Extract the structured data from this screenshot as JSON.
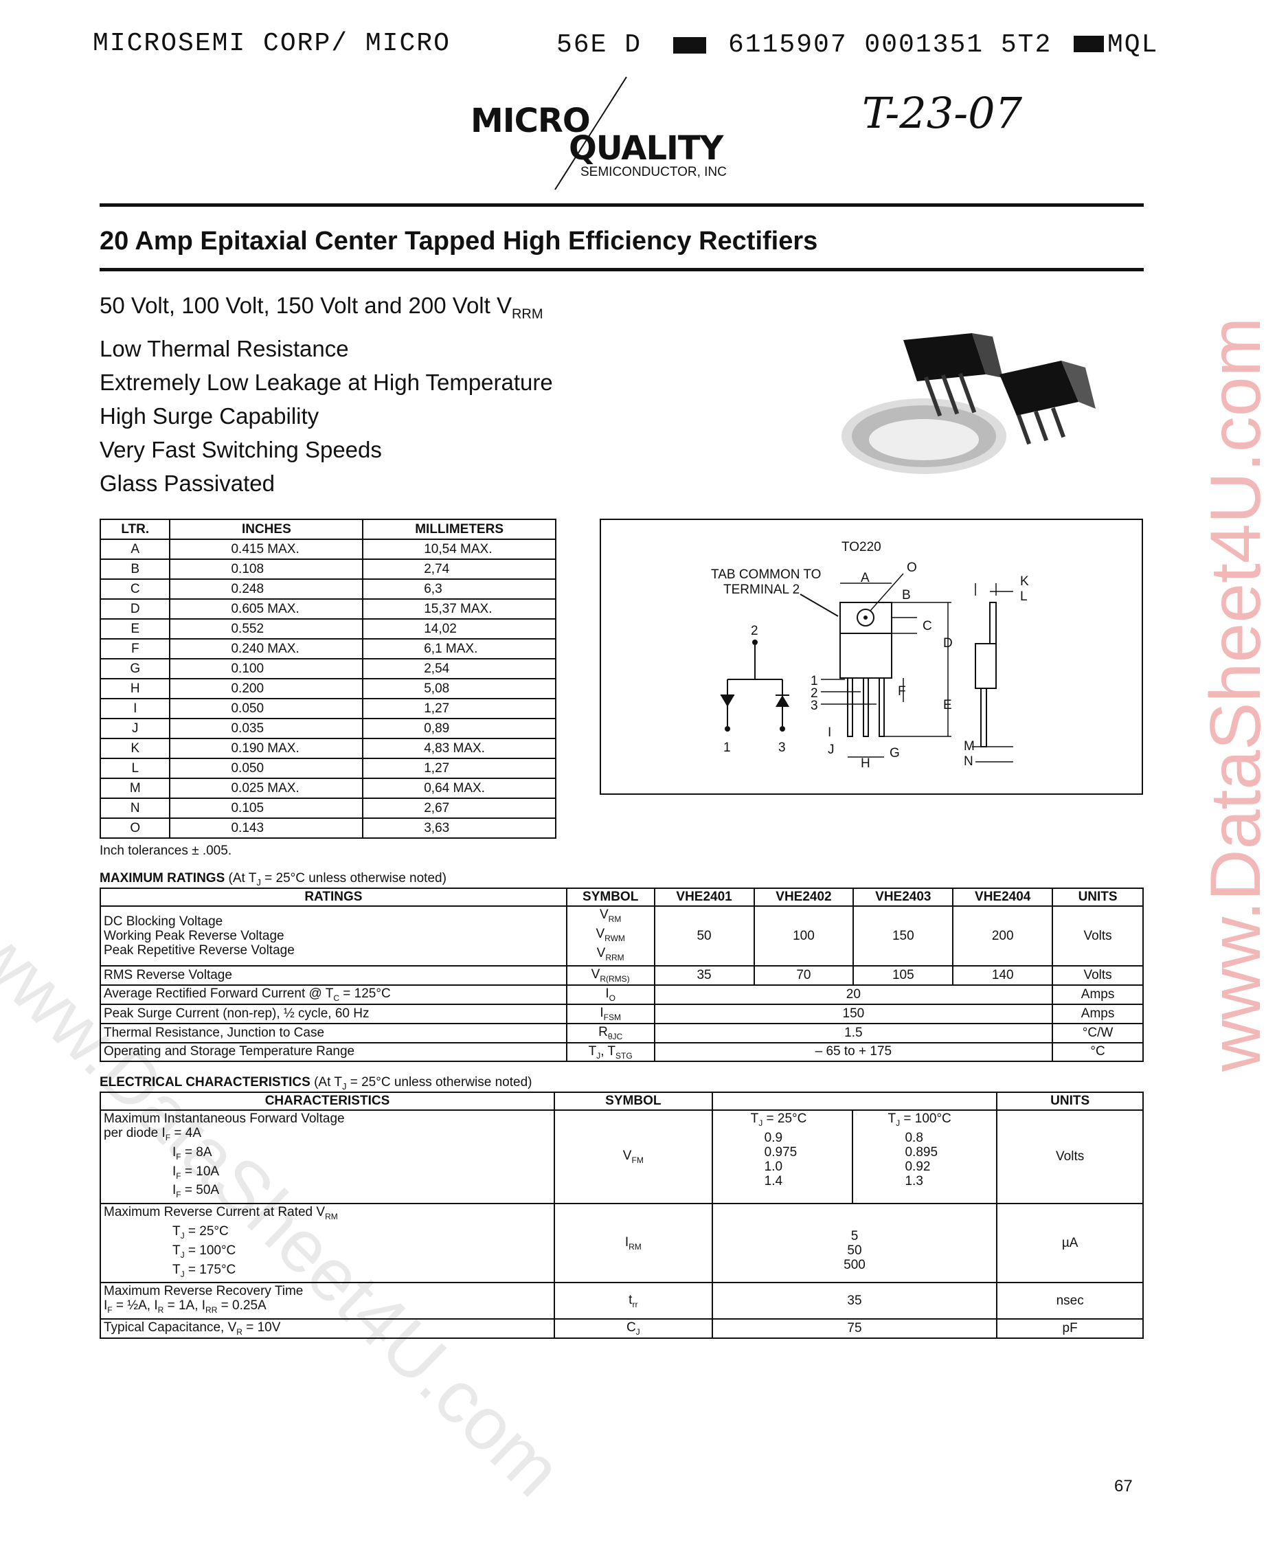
{
  "header": {
    "typed_left": "MICROSEMI CORP/ MICRO",
    "typed_code": "56E D",
    "typed_numbers": "6115907 0001351 5T2",
    "typed_right": "MQL",
    "handwritten": "T-23-07"
  },
  "logo": {
    "line1": "MICRO",
    "line2": "QUALITY",
    "line3": "SEMICONDUCTOR, INC"
  },
  "title": "20 Amp Epitaxial Center Tapped High Efficiency Rectifiers",
  "features": {
    "f1_main": "50 Volt, 100 Volt, 150 Volt and 200 Volt V",
    "f1_sub": "RRM",
    "f2": "Low Thermal Resistance",
    "f3": "Extremely Low Leakage at High Temperature",
    "f4": "High Surge Capability",
    "f5": "Very Fast Switching Speeds",
    "f6": "Glass Passivated"
  },
  "dimensions": {
    "headers": [
      "LTR.",
      "INCHES",
      "MILLIMETERS"
    ],
    "rows": [
      [
        "A",
        "0.415 MAX.",
        "10,54 MAX."
      ],
      [
        "B",
        "0.108",
        "2,74"
      ],
      [
        "C",
        "0.248",
        "6,3"
      ],
      [
        "D",
        "0.605 MAX.",
        "15,37 MAX."
      ],
      [
        "E",
        "0.552",
        "14,02"
      ],
      [
        "F",
        "0.240 MAX.",
        "6,1 MAX."
      ],
      [
        "G",
        "0.100",
        "2,54"
      ],
      [
        "H",
        "0.200",
        "5,08"
      ],
      [
        "I",
        "0.050",
        "1,27"
      ],
      [
        "J",
        "0.035",
        "0,89"
      ],
      [
        "K",
        "0.190 MAX.",
        "4,83 MAX."
      ],
      [
        "L",
        "0.050",
        "1,27"
      ],
      [
        "M",
        "0.025 MAX.",
        "0,64 MAX."
      ],
      [
        "N",
        "0.105",
        "2,67"
      ],
      [
        "O",
        "0.143",
        "3,63"
      ]
    ],
    "note": "Inch tolerances ± .005."
  },
  "package": {
    "name": "TO220",
    "tab_note_1": "TAB COMMON TO",
    "tab_note_2": "TERMINAL 2",
    "pin1": "1",
    "pin2": "2",
    "pin3": "3",
    "labels": [
      "A",
      "B",
      "C",
      "D",
      "E",
      "F",
      "G",
      "H",
      "I",
      "J",
      "K",
      "L",
      "M",
      "N",
      "O"
    ]
  },
  "max_ratings": {
    "heading": "MAXIMUM RATINGS",
    "heading_note": "(At T",
    "heading_note_sub": "J",
    "heading_note_end": " = 25°C unless otherwise noted)",
    "headers": [
      "RATINGS",
      "SYMBOL",
      "VHE2401",
      "VHE2402",
      "VHE2403",
      "VHE2404",
      "UNITS"
    ],
    "r1_l1": "DC Blocking Voltage",
    "r1_l2": "Working Peak Reverse Voltage",
    "r1_l3": "Peak Repetitive Reverse Voltage",
    "r1_s1": "V",
    "r1_s1_sub": "RM",
    "r1_s2": "V",
    "r1_s2_sub": "RWM",
    "r1_s3": "V",
    "r1_s3_sub": "RRM",
    "r1_vals": [
      "50",
      "100",
      "150",
      "200"
    ],
    "r1_units": "Volts",
    "r2_label": "RMS Reverse Voltage",
    "r2_sym": "V",
    "r2_sym_sub": "R(RMS)",
    "r2_vals": [
      "35",
      "70",
      "105",
      "140"
    ],
    "r2_units": "Volts",
    "r3_label": "Average Rectified Forward Current @ T",
    "r3_label_sub": "C",
    "r3_label_end": " = 125°C",
    "r3_sym": "I",
    "r3_sym_sub": "O",
    "r3_val": "20",
    "r3_units": "Amps",
    "r4_label": "Peak Surge Current (non-rep), ½ cycle, 60 Hz",
    "r4_sym": "I",
    "r4_sym_sub": "FSM",
    "r4_val": "150",
    "r4_units": "Amps",
    "r5_label": "Thermal Resistance, Junction to Case",
    "r5_sym": "R",
    "r5_sym_sub": "θJC",
    "r5_val": "1.5",
    "r5_units": "°C/W",
    "r6_label": "Operating and Storage Temperature Range",
    "r6_sym": "T",
    "r6_sym_sub": "J",
    "r6_sym_mid": ", T",
    "r6_sym_sub2": "STG",
    "r6_val": "– 65 to + 175",
    "r6_units": "°C"
  },
  "electrical": {
    "heading": "ELECTRICAL CHARACTERISTICS",
    "heading_note": "(At T",
    "heading_note_sub": "J",
    "heading_note_end": " = 25°C unless otherwise noted)",
    "headers": [
      "CHARACTERISTICS",
      "SYMBOL",
      "",
      "UNITS"
    ],
    "e1_title": "Maximum Instantaneous Forward Voltage",
    "e1_per": "per diode I",
    "e1_cond": [
      {
        "sub": "F",
        "val": " = 4A"
      },
      {
        "sub": "F",
        "val": " = 8A"
      },
      {
        "sub": "F",
        "val": " = 10A"
      },
      {
        "sub": "F",
        "val": " = 50A"
      }
    ],
    "e1_sym": "V",
    "e1_sym_sub": "FM",
    "e1_col1_head": "T",
    "e1_col1_head_sub": "J",
    "e1_col1_head_end": " = 25°C",
    "e1_col2_head": "T",
    "e1_col2_head_sub": "J",
    "e1_col2_head_end": " = 100°C",
    "e1_col1": [
      "0.9",
      "0.975",
      "1.0",
      "1.4"
    ],
    "e1_col2": [
      "0.8",
      "0.895",
      "0.92",
      "1.3"
    ],
    "e1_units": "Volts",
    "e2_title": "Maximum Reverse Current at Rated V",
    "e2_title_sub": "RM",
    "e2_cond": [
      {
        "sub": "J",
        "val": " = 25°C"
      },
      {
        "sub": "J",
        "val": " = 100°C"
      },
      {
        "sub": "J",
        "val": " = 175°C"
      }
    ],
    "e2_sym": "I",
    "e2_sym_sub": "RM",
    "e2_vals": [
      "5",
      "50",
      "500"
    ],
    "e2_units": "µA",
    "e3_title": "Maximum Reverse Recovery Time",
    "e3_cond": "I",
    "e3_cond_sub1": "F",
    "e3_cond_mid1": " = ½A, I",
    "e3_cond_sub2": "R",
    "e3_cond_mid2": " = 1A, I",
    "e3_cond_sub3": "RR",
    "e3_cond_end": " = 0.25A",
    "e3_sym": "t",
    "e3_sym_sub": "rr",
    "e3_val": "35",
    "e3_units": "nsec",
    "e4_title": "Typical Capacitance, V",
    "e4_title_sub": "R",
    "e4_title_end": " = 10V",
    "e4_sym": "C",
    "e4_sym_sub": "J",
    "e4_val": "75",
    "e4_units": "pF"
  },
  "page_number": "67",
  "watermark_right": "www.DataSheet4U.com",
  "watermark_diag": "www.DataSheet4U.com"
}
